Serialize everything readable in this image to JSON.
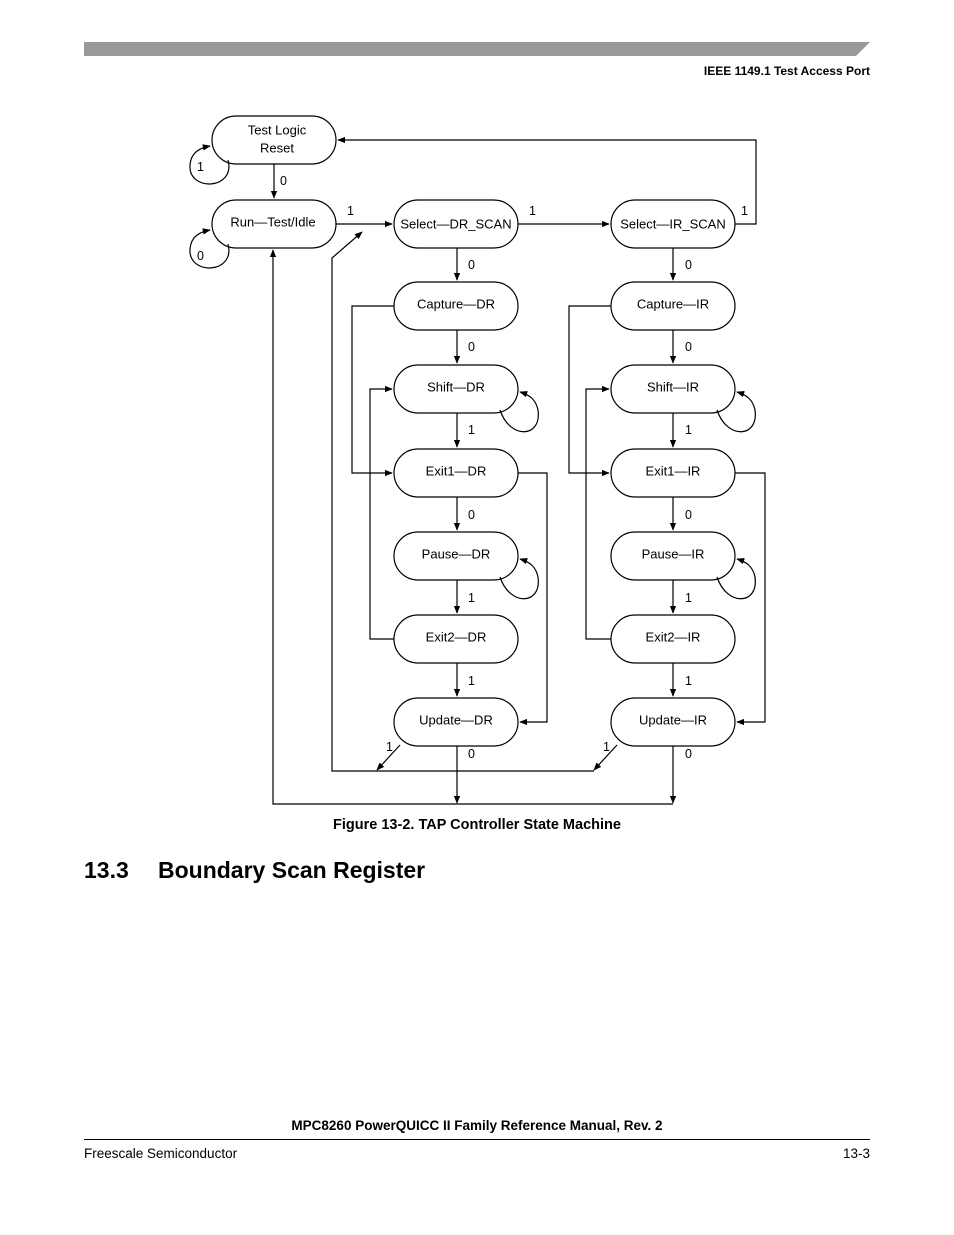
{
  "header": {
    "running_head": "IEEE 1149.1 Test Access Port",
    "bar_color": "#999999"
  },
  "figure": {
    "caption": "Figure 13-2. TAP Controller State Machine",
    "states": {
      "test_logic_reset": [
        "Test Logic",
        "Reset"
      ],
      "run_test_idle": "Run—Test/Idle",
      "select_dr_scan": "Select—DR_SCAN",
      "select_ir_scan": "Select—IR_SCAN",
      "capture_dr": "Capture—DR",
      "shift_dr": "Shift—DR",
      "exit1_dr": "Exit1—DR",
      "pause_dr": "Pause—DR",
      "exit2_dr": "Exit2—DR",
      "update_dr": "Update—DR",
      "capture_ir": "Capture—IR",
      "shift_ir": "Shift—IR",
      "exit1_ir": "Exit1—IR",
      "pause_ir": "Pause—IR",
      "exit2_ir": "Exit2—IR",
      "update_ir": "Update—IR"
    },
    "edge_labels": {
      "tlr_self": "1",
      "tlr_to_rti": "0",
      "rti_self": "0",
      "rti_to_sdr": "1",
      "sdr_to_sir": "1",
      "sir_to_tlr": "1",
      "sdr_to_cdr": "0",
      "cdr_to_shdr": "0",
      "shdr_to_e1dr": "1",
      "e1dr_to_pdr": "0",
      "pdr_to_e2dr": "1",
      "e2dr_to_udr": "1",
      "udr_1": "1",
      "udr_0": "0",
      "sir_to_cir": "0",
      "cir_to_shir": "0",
      "shir_to_e1ir": "1",
      "e1ir_to_pir": "0",
      "pir_to_e2ir": "1",
      "e2ir_to_uir": "1",
      "uir_1": "1",
      "uir_0": "0"
    }
  },
  "section": {
    "number": "13.3",
    "title": "Boundary Scan Register"
  },
  "footer": {
    "title": "MPC8260 PowerQUICC II Family Reference Manual, Rev. 2",
    "left": "Freescale Semiconductor",
    "page": "13-3"
  }
}
